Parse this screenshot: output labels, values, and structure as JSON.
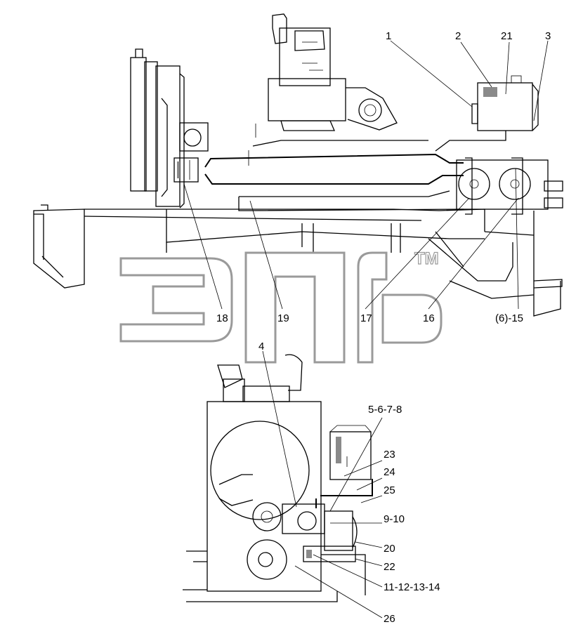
{
  "callouts": {
    "c1": "1",
    "c2": "2",
    "c21": "21",
    "c3": "3",
    "c18": "18",
    "c19": "19",
    "c17": "17",
    "c16": "16",
    "c6_15": "(6)-15",
    "c4": "4",
    "c5_8": "5-6-7-8",
    "c23": "23",
    "c24": "24",
    "c25": "25",
    "c9_10": "9-10",
    "c20": "20",
    "c22": "22",
    "c11_14": "11-12-13-14",
    "c26": "26"
  },
  "watermark": {
    "trademark": "TM"
  }
}
